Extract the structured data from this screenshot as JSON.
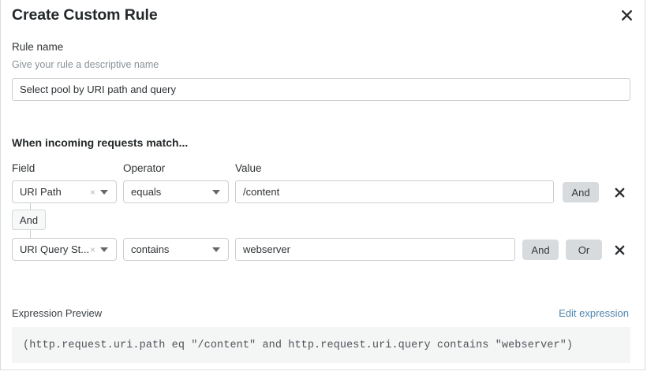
{
  "dialog": {
    "title": "Create Custom Rule",
    "close_label": "close-icon"
  },
  "rule_name": {
    "label": "Rule name",
    "hint": "Give your rule a descriptive name",
    "value": "Select pool by URI path and query",
    "placeholder": "Select pool by URI path and query"
  },
  "conditions": {
    "heading": "When incoming requests match...",
    "columns": {
      "field": "Field",
      "operator": "Operator",
      "value": "Value"
    },
    "connector": {
      "label": "And"
    },
    "rows": [
      {
        "field": "URI Path",
        "operator": "equals",
        "value": "/content",
        "clear_glyph": "×",
        "and_label": "And"
      },
      {
        "field": "URI Query St...",
        "operator": "contains",
        "value": "webserver",
        "clear_glyph": "×",
        "and_label": "And",
        "or_label": "Or"
      }
    ]
  },
  "expression": {
    "label": "Expression Preview",
    "edit_link": "Edit expression",
    "code": "(http.request.uri.path eq \"/content\" and http.request.uri.query contains \"webserver\")"
  },
  "colors": {
    "accent_link": "#4e86ae",
    "button_gray": "#d8dbdd",
    "code_background": "#f4f5f5",
    "border": "#c9ced2"
  }
}
